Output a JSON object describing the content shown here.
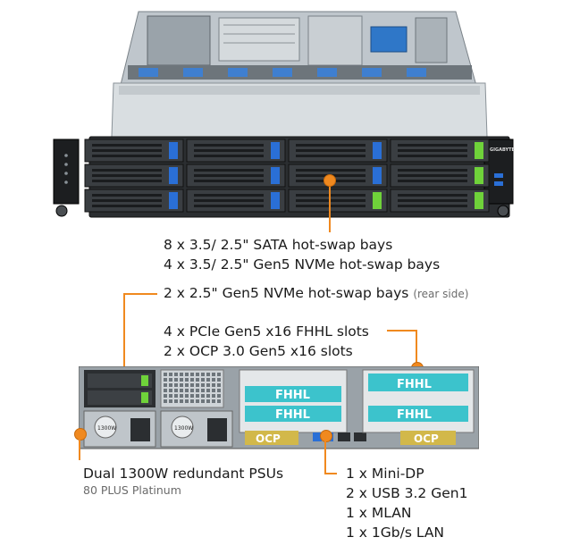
{
  "front": {
    "bay_callout": [
      "8 x 3.5/ 2.5\" SATA hot-swap bays",
      "4 x 3.5/ 2.5\" Gen5 NVMe hot-swap bays"
    ],
    "logo_text": "GIGABYTE"
  },
  "rear_bays": {
    "text": "2 x 2.5\" Gen5 NVMe hot-swap bays",
    "note": "(rear side)"
  },
  "expansion": [
    "4 x PCIe Gen5 x16 FHHL slots",
    "2 x OCP 3.0 Gen5 x16 slots"
  ],
  "psu": {
    "title": "Dual 1300W redundant PSUs",
    "subtitle": "80 PLUS Platinum",
    "label": "1300W"
  },
  "io": [
    "1 x Mini-DP",
    "2 x USB 3.2 Gen1",
    "1 x MLAN",
    "1 x 1Gb/s LAN"
  ],
  "slot_labels": {
    "fhhl": "FHHL",
    "ocp": "OCP"
  },
  "colors": {
    "accent": "#f0891f",
    "teal": "#3cc3cc",
    "blue_latch": "#2a6fd6",
    "green_latch": "#6fd23a"
  }
}
